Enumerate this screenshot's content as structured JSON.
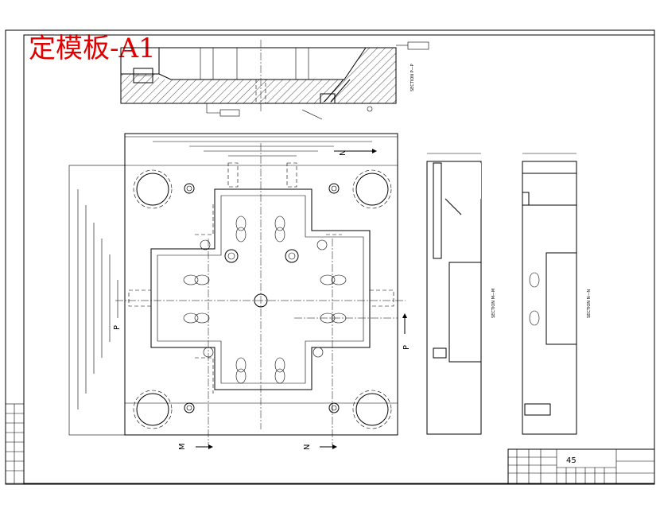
{
  "drawing": {
    "title": "定模板-A1",
    "section_labels": {
      "pp": "SECTION P—P",
      "mm": "SECTION M—M",
      "nn": "SECTION N—N"
    },
    "cut_letters": {
      "m": "M",
      "n": "N",
      "p": "P"
    },
    "title_block": {
      "number": "45"
    },
    "colors": {
      "ink": "#000000",
      "title": "#e00000",
      "background": "#ffffff"
    }
  }
}
